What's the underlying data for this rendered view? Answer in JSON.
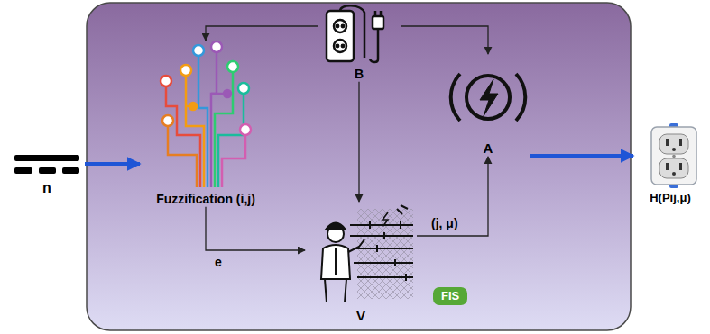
{
  "diagram": {
    "nodes": [
      {
        "text": [
          "n"
        ]
      },
      {
        "text": [
          "Fuzzification (i,j)"
        ]
      },
      {
        "text": [
          "B"
        ]
      },
      {
        "text": [
          "A"
        ]
      },
      {
        "text": [
          "V"
        ]
      },
      {
        "text": [
          "FIS"
        ]
      },
      {
        "text": [
          "H(Pij,μ)"
        ]
      }
    ],
    "edges": [
      {
        "from": 0,
        "to": 1,
        "arrow": "to"
      },
      {
        "from": 2,
        "to": 1,
        "arrow": "to"
      },
      {
        "from": 2,
        "to": 3,
        "arrow": "to"
      },
      {
        "from": 2,
        "to": 4,
        "arrow": "to"
      },
      {
        "from": 1,
        "to": 4,
        "arrow": "to",
        "label": "e"
      },
      {
        "from": 4,
        "to": 3,
        "arrow": "to",
        "label": "(j, μ)"
      },
      {
        "from": 3,
        "to": 6,
        "arrow": "to"
      }
    ]
  }
}
